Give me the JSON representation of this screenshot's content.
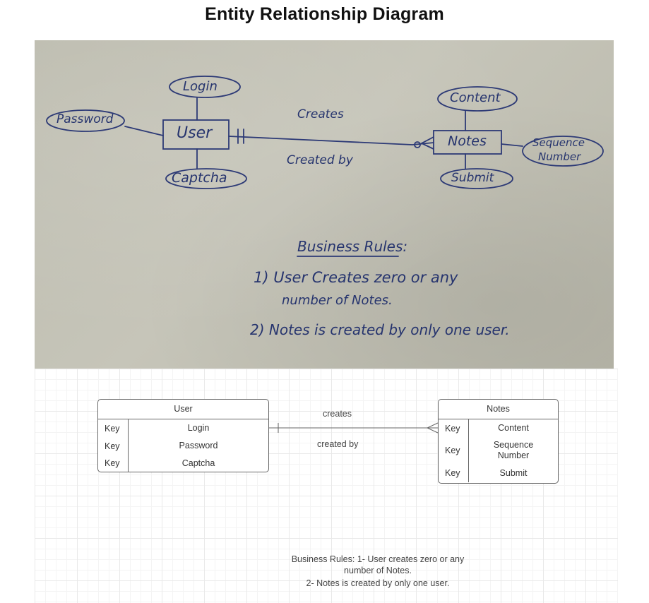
{
  "title": "Entity Relationship Diagram",
  "sketch": {
    "entities": {
      "user": "User",
      "notes": "Notes"
    },
    "attributes": {
      "login": "Login",
      "password": "Password",
      "captcha": "Captcha",
      "content": "Content",
      "submit": "Submit",
      "sequence_line1": "Sequence",
      "sequence_line2": "Number"
    },
    "relationships": {
      "creates": "Creates",
      "created_by": "Created by"
    },
    "rules_heading": "Business Rules:",
    "rule1_line1": "1) User Creates zero or any",
    "rule1_line2": "number of Notes.",
    "rule2": "2) Notes is created by only one user."
  },
  "diagram": {
    "user_entity": {
      "title": "User",
      "rows": [
        {
          "key": "Key",
          "attr": "Login"
        },
        {
          "key": "Key",
          "attr": "Password"
        },
        {
          "key": "Key",
          "attr": "Captcha"
        }
      ]
    },
    "notes_entity": {
      "title": "Notes",
      "rows": [
        {
          "key": "Key",
          "attr": "Content"
        },
        {
          "key": "Key",
          "attr": "Sequence Number"
        },
        {
          "key": "Key",
          "attr": "Submit"
        }
      ]
    },
    "relationship_top": "creates",
    "relationship_bottom": "created by",
    "rules_line1": "Business Rules: 1- User creates zero or any",
    "rules_line2": "number of Notes.",
    "rules_line3": "2- Notes is created by only one user."
  },
  "colors": {
    "ink": "#2d3a76",
    "paper": "#c2c1b5",
    "line": "#666666"
  }
}
